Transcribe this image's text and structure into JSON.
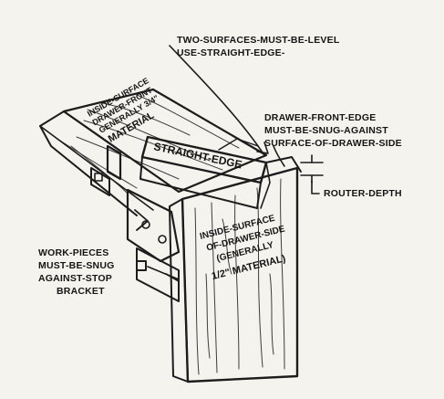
{
  "annotations": {
    "level_line1": "TWO-SURFACES-MUST-BE-LEVEL",
    "level_line2": "USE-STRAIGHT-EDGE-",
    "snug_line1": "DRAWER-FRONT-EDGE",
    "snug_line2": "MUST-BE-SNUG-AGAINST",
    "snug_line3": "SURFACE-OF-DRAWER-SIDE",
    "router_depth": "ROUTER-DEPTH",
    "work_line1": "WORK-PIECES",
    "work_line2": "MUST-BE-SNUG",
    "work_line3": "AGAINST-STOP",
    "work_line4": "BRACKET",
    "straight_edge": "STRAIGHT-EDGE",
    "front_line1": "INSIDE-SURFACE",
    "front_line2": "DRAWER-FRONT-",
    "front_line3": "GENERALLY 3/4\"",
    "front_line4": "MATERIAL",
    "side_line1": "INSIDE-SURFACE",
    "side_line2": "OF-DRAWER-SIDE",
    "side_line3": "(GENERALLY",
    "side_line4": "1/2\" MATERIAL)"
  }
}
